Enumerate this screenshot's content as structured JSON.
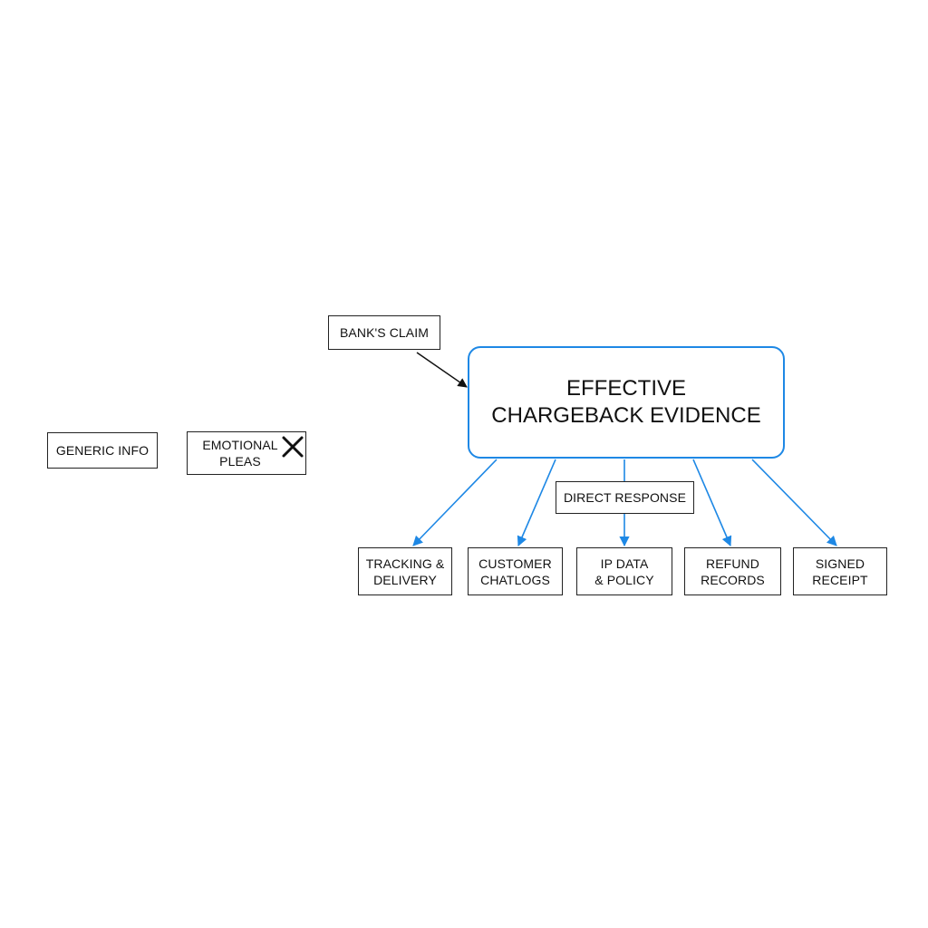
{
  "diagram": {
    "center": {
      "line1": "EFFECTIVE",
      "line2": "CHARGEBACK EVIDENCE"
    },
    "bank_claim": "BANK'S CLAIM",
    "generic_info": "GENERIC INFO",
    "emotional_pleas": {
      "line1": "EMOTIONAL",
      "line2": "PLEAS"
    },
    "direct_response": "DIRECT RESPONSE",
    "evidence": [
      {
        "line1": "TRACKING &",
        "line2": "DELIVERY"
      },
      {
        "line1": "CUSTOMER",
        "line2": "CHATLOGS"
      },
      {
        "line1": "IP DATA",
        "line2": "& POLICY"
      },
      {
        "line1": "REFUND",
        "line2": "RECORDS"
      },
      {
        "line1": "SIGNED",
        "line2": "RECEIPT"
      }
    ],
    "colors": {
      "accent": "#1e88e5",
      "box_border": "#222222",
      "text": "#111111",
      "background": "#ffffff"
    },
    "icons": {
      "rejected_mark": "x-mark-icon"
    }
  }
}
